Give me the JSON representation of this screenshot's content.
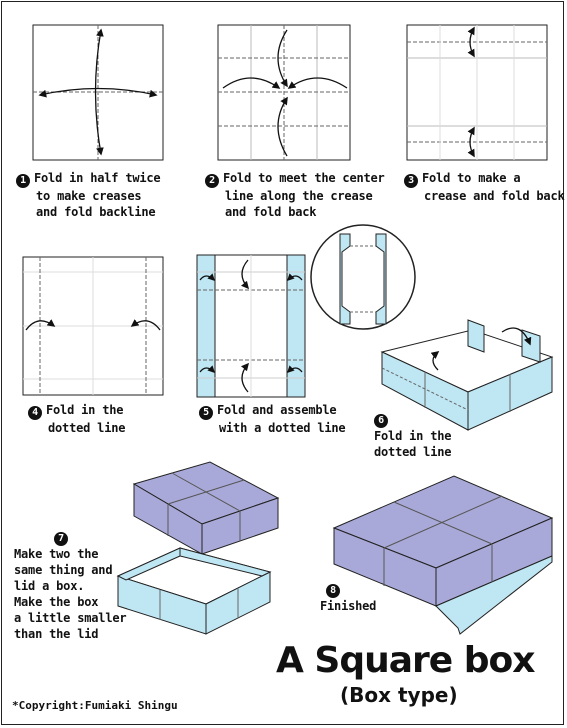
{
  "steps": [
    {
      "num": "1",
      "lines": [
        "Fold in half twice",
        "to make creases",
        "and fold backline"
      ]
    },
    {
      "num": "2",
      "lines": [
        "Fold to meet the center",
        "line along the crease",
        "and fold back"
      ]
    },
    {
      "num": "3",
      "lines": [
        "Fold to make a",
        "crease and fold back"
      ]
    },
    {
      "num": "4",
      "lines": [
        "Fold in the",
        "dotted line"
      ]
    },
    {
      "num": "5",
      "lines": [
        "Fold and assemble",
        "with a dotted line"
      ]
    },
    {
      "num": "6",
      "lines": [
        "Fold in the",
        "dotted line"
      ]
    },
    {
      "num": "7",
      "lines": [
        "Make two the",
        "same thing and",
        "lid a box.",
        "Make the box",
        "a little smaller",
        "than the lid"
      ]
    },
    {
      "num": "8",
      "lines": [
        "Finished"
      ]
    }
  ],
  "title": "A Square box",
  "subtitle": "(Box type)",
  "copyright": "*Copyright:Fumiaki Shingu",
  "colors": {
    "paper": "#ffffff",
    "box_blue": "#bfe6f3",
    "lid_purple": "#a9a9d9",
    "line": "#222222",
    "crease": "#777777"
  }
}
